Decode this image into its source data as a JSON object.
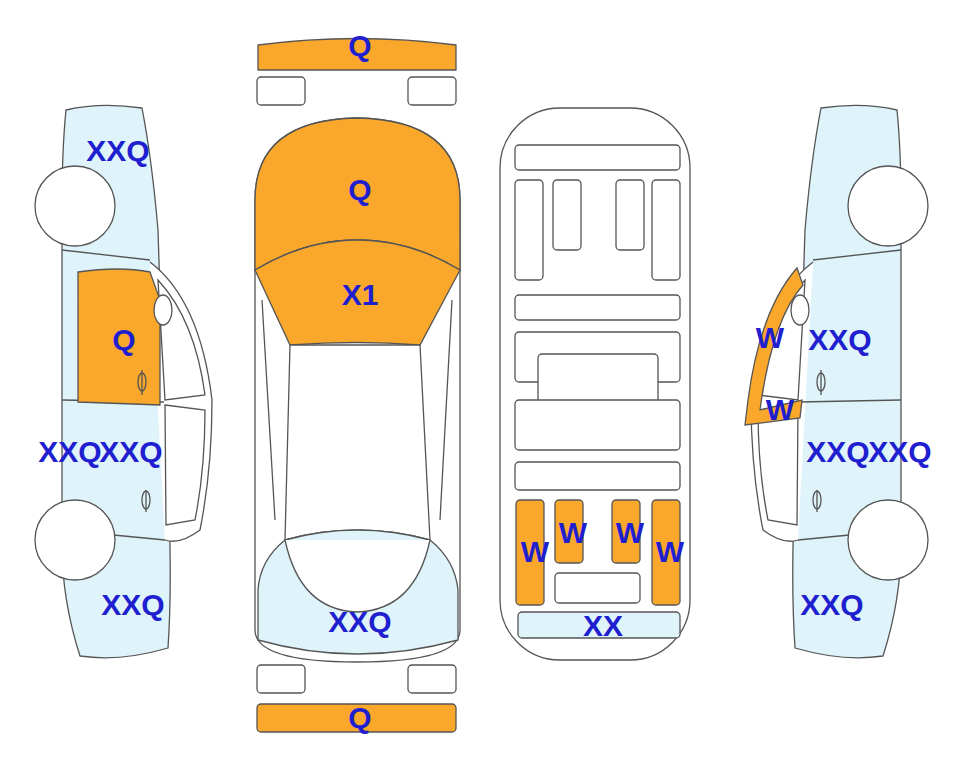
{
  "diagram": {
    "labels": [
      "Q",
      "XXQ",
      "Q",
      "X1",
      "W",
      "Q",
      "XXQ",
      "W",
      "XXQ",
      "XXQ",
      "XXQ",
      "XXQ",
      "W",
      "W",
      "W",
      "W",
      "XXQ",
      "XXQ",
      "XXQ",
      "XX",
      "Q"
    ]
  }
}
